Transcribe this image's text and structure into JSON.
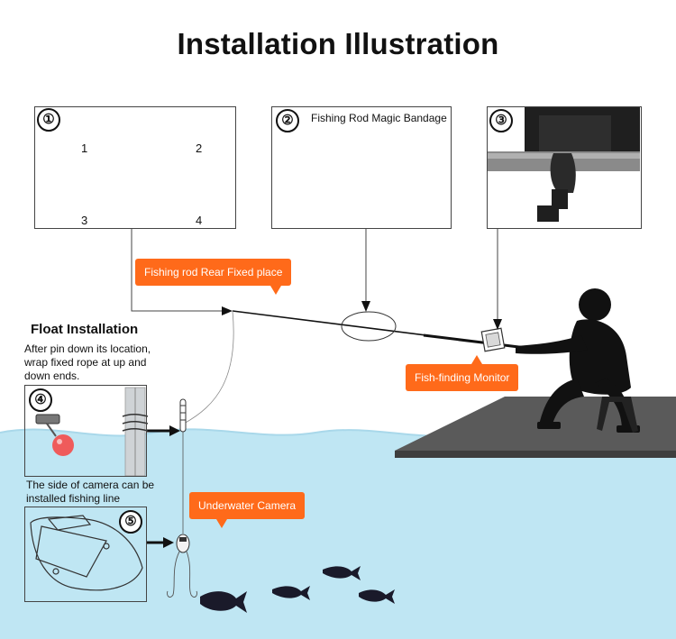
{
  "title": "Installation Illustration",
  "panels": {
    "p1": {
      "num": "①",
      "labels": [
        "1",
        "2",
        "3",
        "4"
      ]
    },
    "p2": {
      "num": "②",
      "label": "Fishing Rod Magic Bandage"
    },
    "p3": {
      "num": "③"
    },
    "p4": {
      "num": "④"
    },
    "p5": {
      "num": "⑤"
    }
  },
  "callouts": {
    "rear": "Fishing rod Rear Fixed place",
    "monitor": "Fish-finding Monitor",
    "camera": "Underwater Camera"
  },
  "float": {
    "title": "Float Installation",
    "desc": "After pin down its location, wrap fixed rope at up and down ends.",
    "camera_side": "The side of camera can be installed fishing line"
  },
  "colors": {
    "callout": "#ff6a1a",
    "water": "#bfe6f3",
    "dock": "#5a5a5a",
    "silhouette": "#111111"
  }
}
